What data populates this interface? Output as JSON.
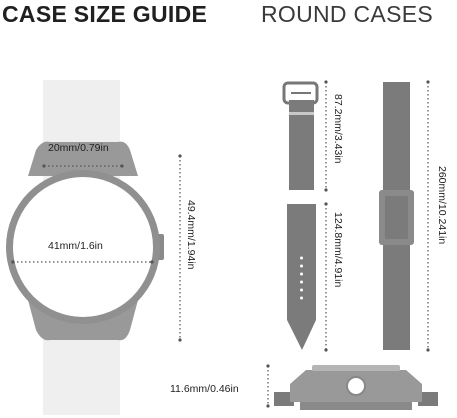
{
  "header": {
    "title_bold": "CASE SIZE GUIDE",
    "title_light": "ROUND CASES"
  },
  "watch": {
    "lug_width": "20mm/0.79in",
    "case_diameter": "41mm/1.6in",
    "lug_to_lug": "49.4mm/1.94in"
  },
  "strap": {
    "upper_length": "87.2mm/3.43in",
    "lower_length": "124.8mm/4.91in",
    "total_length": "260mm/10.241in"
  },
  "case_side": {
    "thickness": "11.6mm/0.46in"
  },
  "colors": {
    "strap_gray": "#7b7b7b",
    "strap_light": "#eeeeee",
    "bezel_gray": "#909090",
    "dot_line": "#555555"
  }
}
